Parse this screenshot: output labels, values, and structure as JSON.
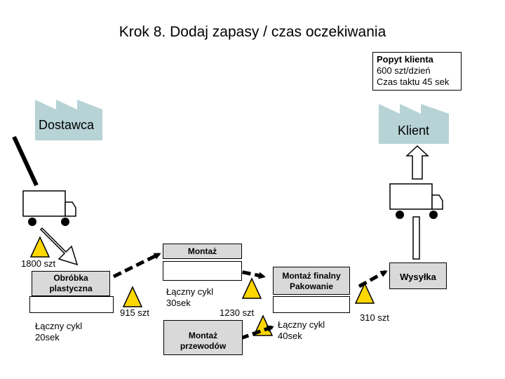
{
  "title": "Krok 8. Dodaj zapasy / czas oczekiwania",
  "customer_box": {
    "heading": "Popyt klienta",
    "demand": "600 szt/dzień",
    "takt": "Czas taktu  45 sek"
  },
  "supplier": {
    "label": "Dostawca"
  },
  "customer": {
    "label": "Klient"
  },
  "inventory": {
    "raw": "1800 szt",
    "after_plastic": "915 szt",
    "after_assembly": "1230 szt",
    "after_packing": "310 szt"
  },
  "processes": {
    "plastic": {
      "title_line1": "Obróbka",
      "title_line2": "plastyczna",
      "cycle_line1": "Łączny cykl",
      "cycle_line2": "20sek"
    },
    "assembly": {
      "title": "Montaż",
      "cycle_line1": "Łączny cykl",
      "cycle_line2": "30sek"
    },
    "wires": {
      "title_line1": "Montaż",
      "title_line2": "przewodów"
    },
    "packing": {
      "title_line1": "Montaż finalny",
      "title_line2": "Pakowanie",
      "cycle_line1": "Łączny cykl",
      "cycle_line2": "40sek"
    },
    "shipping": {
      "title": "Wysyłka"
    }
  },
  "colors": {
    "factory": "#b7d3d6",
    "process_header": "#d9d9d9",
    "inventory": "#ffd700"
  }
}
